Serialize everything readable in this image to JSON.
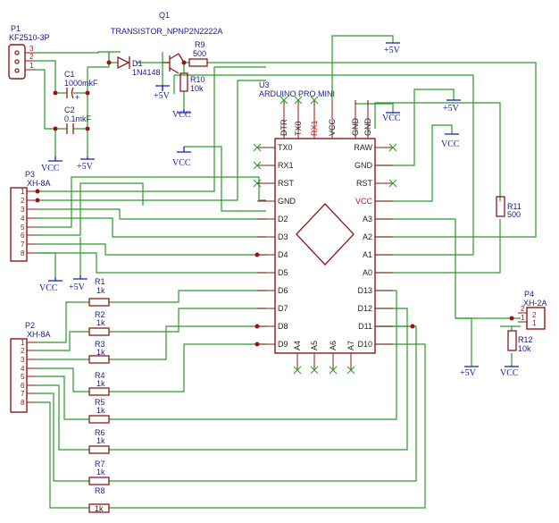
{
  "components": {
    "p1": {
      "ref": "P1",
      "value": "KF2510-3P",
      "pins": [
        "3",
        "2",
        "1"
      ]
    },
    "q1": {
      "ref": "Q1",
      "value": "TRANSISTOR_NPNP2N2222A"
    },
    "d1": {
      "ref": "D1",
      "value": "1N4148"
    },
    "r9": {
      "ref": "R9",
      "value": "500"
    },
    "r10": {
      "ref": "R10",
      "value": "10k"
    },
    "c1": {
      "ref": "C1",
      "value": "1000mkF",
      "polarity": "+"
    },
    "c2": {
      "ref": "C2",
      "value": "0.1mkF"
    },
    "u3": {
      "ref": "U3",
      "value": "ARDUINO PRO MINI",
      "top_pins": [
        "DTR",
        "TX0",
        "RX1",
        "VCC",
        "GND",
        "GND"
      ],
      "left_pins": [
        "TX0",
        "RX1",
        "RST",
        "GND",
        "D2",
        "D3",
        "D4",
        "D5",
        "D6",
        "D7",
        "D8",
        "D9"
      ],
      "right_pins": [
        "RAW",
        "GND",
        "RST",
        "VCC",
        "A3",
        "A2",
        "A1",
        "A0",
        "D13",
        "D12",
        "D11",
        "D10"
      ],
      "bottom_pins": [
        "A4",
        "A5",
        "A6",
        "A7"
      ]
    },
    "p3": {
      "ref": "P3",
      "value": "XH-8A",
      "pins": [
        "1",
        "2",
        "3",
        "4",
        "5",
        "6",
        "7",
        "8"
      ]
    },
    "p2": {
      "ref": "P2",
      "value": "XH-8A",
      "pins": [
        "1",
        "2",
        "3",
        "4",
        "5",
        "6",
        "7",
        "8"
      ]
    },
    "p4": {
      "ref": "P4",
      "value": "XH-2A",
      "pins": [
        "2",
        "1"
      ],
      "inner_pins": [
        "2",
        "1"
      ]
    },
    "r11": {
      "ref": "R11",
      "value": "500"
    },
    "r12": {
      "ref": "R12",
      "value": "10k"
    },
    "resistors": [
      {
        "ref": "R1",
        "value": "1k"
      },
      {
        "ref": "R2",
        "value": "1k"
      },
      {
        "ref": "R3",
        "value": "1k"
      },
      {
        "ref": "R4",
        "value": "1k"
      },
      {
        "ref": "R5",
        "value": "1k"
      },
      {
        "ref": "R6",
        "value": "1k"
      },
      {
        "ref": "R7",
        "value": "1k"
      },
      {
        "ref": "R8",
        "value": "1k"
      }
    ]
  },
  "power": {
    "vcc": "VCC",
    "plus5v": "+5V"
  }
}
